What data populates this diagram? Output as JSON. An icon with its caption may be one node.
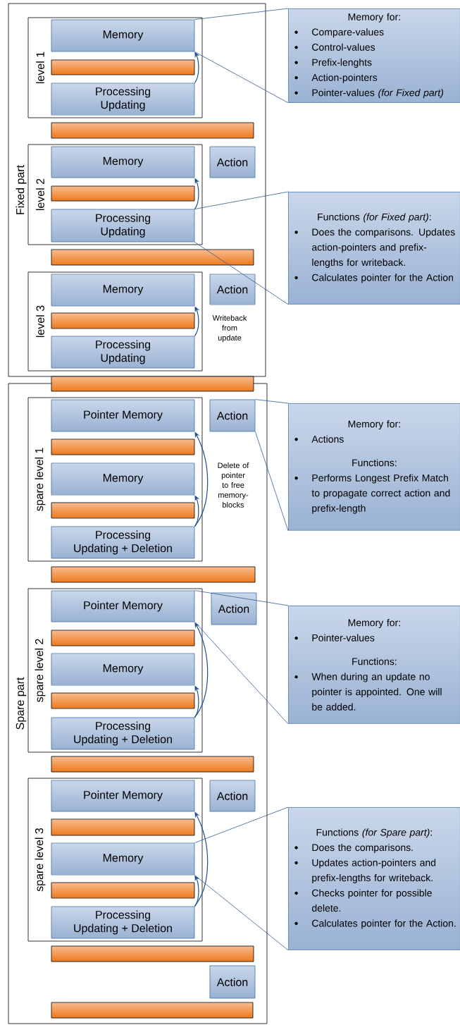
{
  "diagram": {
    "nodes": [
      {
        "text": [
          "Fixed part"
        ]
      },
      {
        "text": [
          "level 1"
        ],
        "in": 0
      },
      {
        "text": [
          "Memory"
        ],
        "in": 1
      },
      {
        "text": [],
        "shape": "bar",
        "in": 1
      },
      {
        "text": [
          "Processing",
          "Updating"
        ],
        "in": 1
      },
      {
        "text": [
          "Memory for:",
          "Compare-values",
          "Control-values",
          "Prefix-lenghts",
          "Action-pointers",
          "Pointer-values *(for Fixed part)*"
        ]
      },
      {
        "text": [],
        "shape": "bar",
        "in": 0
      },
      {
        "text": [
          "level 2"
        ],
        "in": 0
      },
      {
        "text": [
          "Memory"
        ],
        "in": 7
      },
      {
        "text": [],
        "shape": "bar",
        "in": 7
      },
      {
        "text": [
          "Processing",
          "Updating"
        ],
        "in": 7
      },
      {
        "text": [
          "Action"
        ],
        "in": 0
      },
      {
        "text": [
          "Functions *(for Fixed part)*:",
          "Does the comparisons. Updates action-pointers and prefix-lengths for writeback.",
          "Calculates pointer for the Action"
        ]
      },
      {
        "text": [],
        "shape": "bar",
        "in": 0
      },
      {
        "text": [
          "level 3"
        ],
        "in": 0
      },
      {
        "text": [
          "Memory"
        ],
        "in": 14
      },
      {
        "text": [],
        "shape": "bar",
        "in": 14
      },
      {
        "text": [
          "Processing",
          "Updating"
        ],
        "in": 14
      },
      {
        "text": [
          "Action"
        ],
        "in": 0
      },
      {
        "text": [],
        "shape": "bar"
      },
      {
        "text": [
          "Spare part"
        ]
      },
      {
        "text": [
          "spare level 1"
        ],
        "in": 20
      },
      {
        "text": [
          "Pointer Memory"
        ],
        "in": 21
      },
      {
        "text": [],
        "shape": "bar",
        "in": 21
      },
      {
        "text": [
          "Memory"
        ],
        "in": 21
      },
      {
        "text": [],
        "shape": "bar",
        "in": 21
      },
      {
        "text": [
          "Processing",
          "Updating + Deletion"
        ],
        "in": 21
      },
      {
        "text": [
          "Action"
        ],
        "in": 20
      },
      {
        "text": [
          "Memory for:",
          "Actions",
          "Functions:",
          "Performs Longest Prefix Match to propagate correct action and prefix-length"
        ]
      },
      {
        "text": [],
        "shape": "bar",
        "in": 20
      },
      {
        "text": [
          "spare level 2"
        ],
        "in": 20
      },
      {
        "text": [
          "Pointer Memory"
        ],
        "in": 30
      },
      {
        "text": [],
        "shape": "bar",
        "in": 30
      },
      {
        "text": [
          "Memory"
        ],
        "in": 30
      },
      {
        "text": [],
        "shape": "bar",
        "in": 30
      },
      {
        "text": [
          "Processing",
          "Updating + Deletion"
        ],
        "in": 30
      },
      {
        "text": [
          "Action"
        ],
        "in": 20
      },
      {
        "text": [
          "Memory for:",
          "Pointer-values",
          "Functions:",
          "When during an update no pointer is appointed. One will be added."
        ]
      },
      {
        "text": [],
        "shape": "bar",
        "in": 20
      },
      {
        "text": [
          "spare level 3"
        ],
        "in": 20
      },
      {
        "text": [
          "Pointer Memory"
        ],
        "in": 39
      },
      {
        "text": [],
        "shape": "bar",
        "in": 39
      },
      {
        "text": [
          "Memory"
        ],
        "in": 39
      },
      {
        "text": [],
        "shape": "bar",
        "in": 39
      },
      {
        "text": [
          "Processing",
          "Updating + Deletion"
        ],
        "in": 39
      },
      {
        "text": [
          "Action"
        ],
        "in": 20
      },
      {
        "text": [
          "Functions *(for Spare part)*:",
          "Does the comparisons.",
          "Updates action-pointers and prefix-lengths for writeback.",
          "Checks pointer for possible delete.",
          "Calculates pointer for the Action."
        ]
      },
      {
        "text": [],
        "shape": "bar",
        "in": 20
      },
      {
        "text": [
          "Action"
        ],
        "in": 20
      },
      {
        "text": [],
        "shape": "bar",
        "in": 20
      }
    ],
    "edges": [
      {
        "from": 4,
        "to": 2,
        "arrow": "to"
      },
      {
        "from": 10,
        "to": 8,
        "arrow": "to"
      },
      {
        "from": 17,
        "to": 15,
        "arrow": "to",
        "label": "Writeback from update"
      },
      {
        "from": 26,
        "to": 24,
        "arrow": "to"
      },
      {
        "from": 26,
        "to": 22,
        "arrow": "to",
        "label": "Delete of pointer to free memory-blocks"
      },
      {
        "from": 35,
        "to": 33,
        "arrow": "to"
      },
      {
        "from": 35,
        "to": 31,
        "arrow": "to"
      },
      {
        "from": 44,
        "to": 42,
        "arrow": "to"
      },
      {
        "from": 44,
        "to": 40,
        "arrow": "to"
      },
      {
        "from": 5,
        "to": 2,
        "arrow": "none"
      },
      {
        "from": 12,
        "to": 10,
        "arrow": "none"
      },
      {
        "from": 28,
        "to": 27,
        "arrow": "none"
      },
      {
        "from": 37,
        "to": 31,
        "arrow": "none"
      },
      {
        "from": 46,
        "to": 42,
        "arrow": "none"
      }
    ]
  }
}
